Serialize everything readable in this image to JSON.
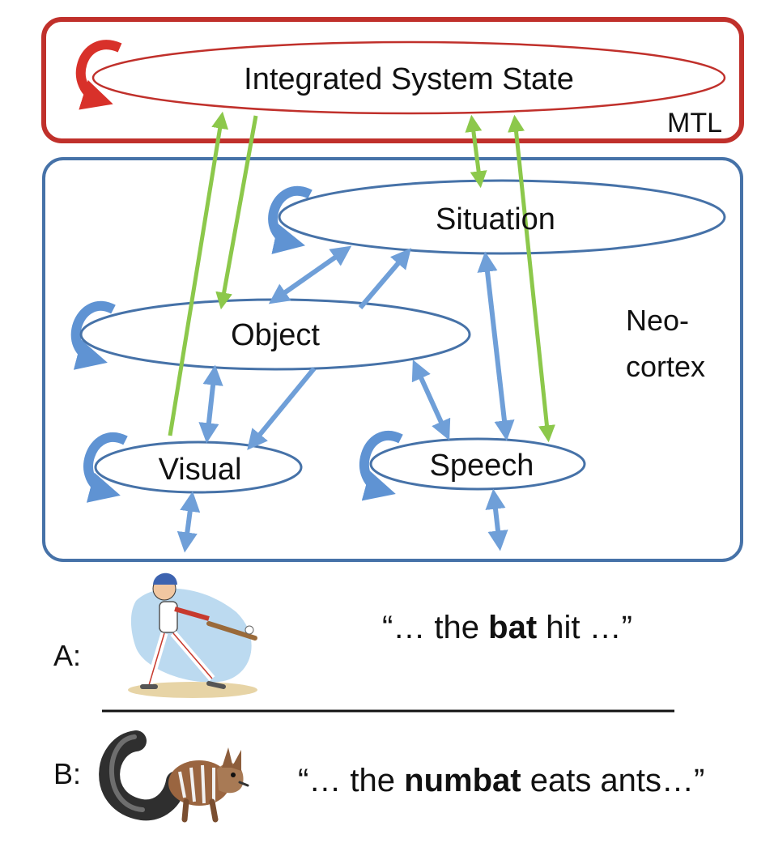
{
  "colors": {
    "mtl": "#c0302b",
    "neocortex": "#4672a8",
    "blue_arrow": "#6f9fd8",
    "green_arrow": "#8cc84b",
    "loop_red": "#d8312a",
    "loop_blue": "#5f93d3"
  },
  "nodes": {
    "integrated": "Integrated System State",
    "situation": "Situation",
    "object": "Object",
    "visual": "Visual",
    "speech": "Speech"
  },
  "regions": {
    "mtl": "MTL",
    "neocortex_1": "Neo-",
    "neocortex_2": "cortex"
  },
  "examples": {
    "a": {
      "label": "A:",
      "quote_pre": "“… the ",
      "quote_bold": "bat",
      "quote_post": " hit …”",
      "image_icon": "baseball-batter-icon"
    },
    "b": {
      "label": "B:",
      "quote_pre": "“… the ",
      "quote_bold": "numbat",
      "quote_post": " eats ants…”",
      "image_icon": "numbat-icon"
    }
  }
}
